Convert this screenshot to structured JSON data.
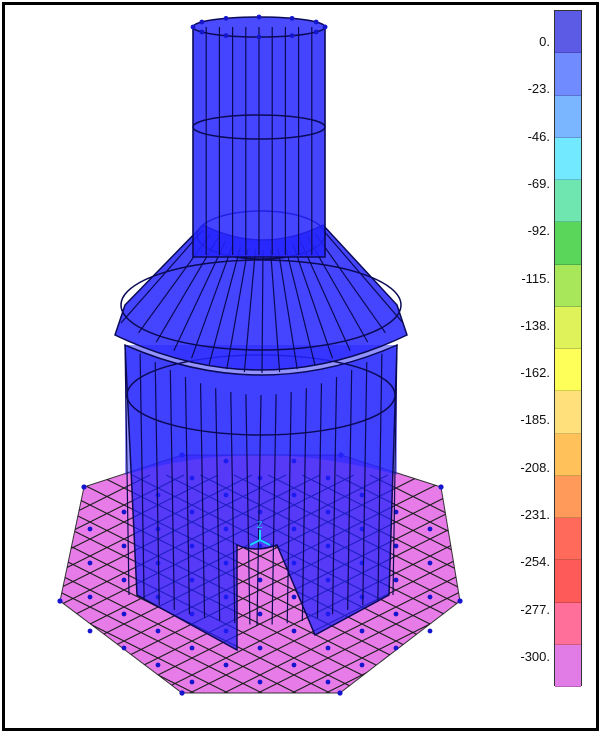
{
  "axis_triad": {
    "label": "Z"
  },
  "colors": {
    "structure_fill": "#2a2aff",
    "structure_edge": "#0a0a55",
    "slab_fill": "#e77be7",
    "slab_grid": "#222222",
    "node": "#1515cc"
  },
  "legend": {
    "labels": [
      "0.",
      "-23.",
      "-46.",
      "-69.",
      "-92.",
      "-115.",
      "-138.",
      "-162.",
      "-185.",
      "-208.",
      "-231.",
      "-254.",
      "-277.",
      "-300."
    ],
    "segment_colors": [
      "#5b5be6",
      "#6f8bff",
      "#7ab6ff",
      "#73e9ff",
      "#6fe6b0",
      "#5ad65a",
      "#a8e65a",
      "#e0f25a",
      "#ffff5a",
      "#ffe07a",
      "#ffc25a",
      "#ff9a5a",
      "#ff6a5a",
      "#ff5a5a",
      "#ff6f9a",
      "#e17be6"
    ]
  }
}
